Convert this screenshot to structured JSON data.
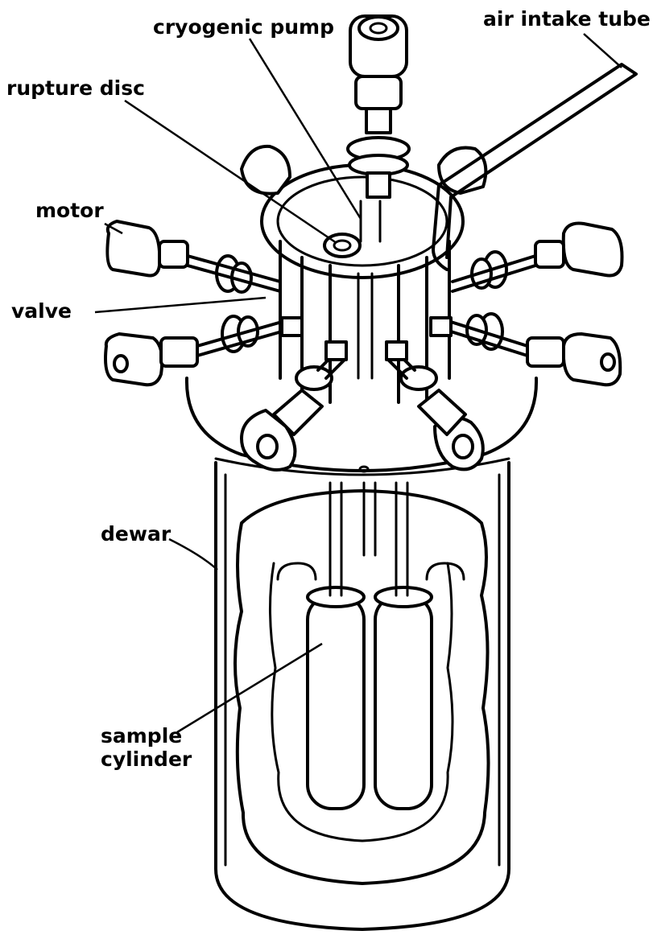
{
  "labels": {
    "cryogenic_pump": "cryogenic pump",
    "air_intake_tube": "air intake tube",
    "rupture_disc": "rupture disc",
    "motor": "motor",
    "valve": "valve",
    "dewar": "dewar",
    "sample_line1": "sample",
    "sample_line2": "cylinder"
  }
}
